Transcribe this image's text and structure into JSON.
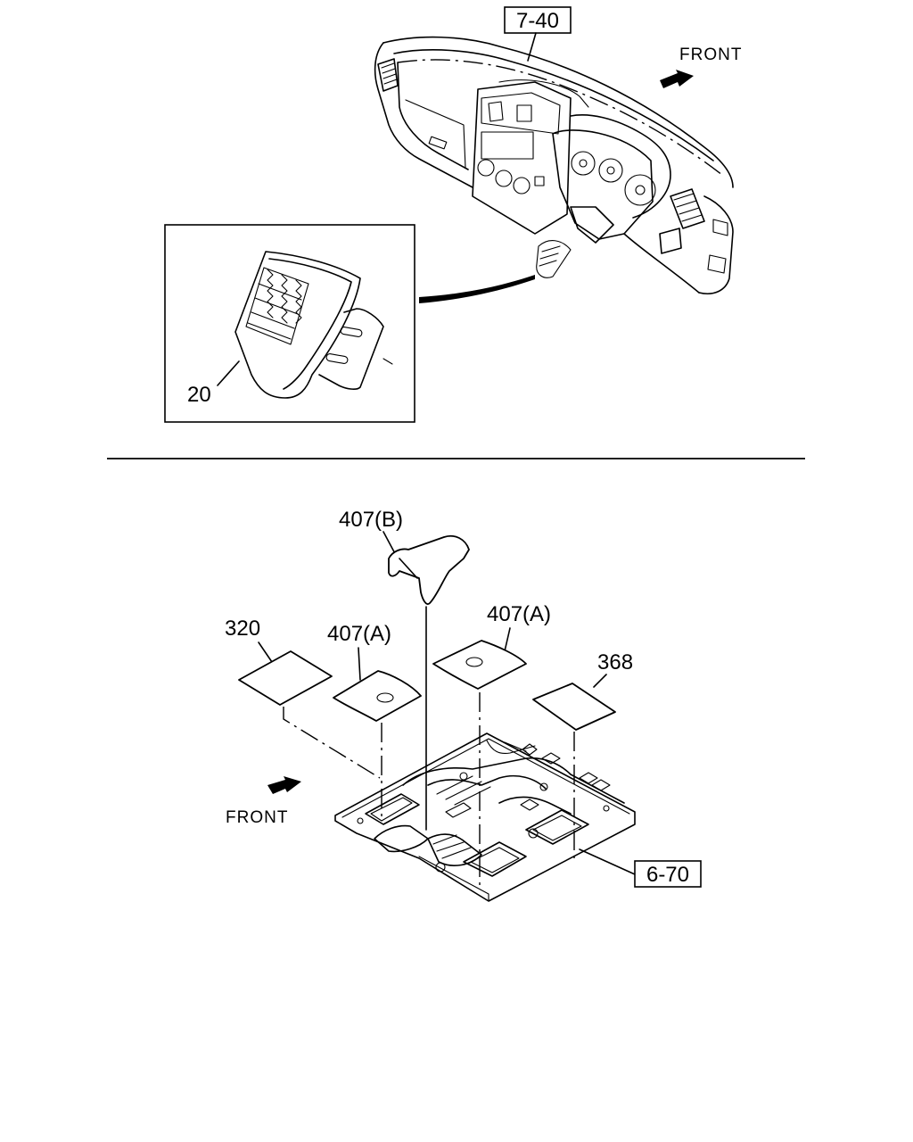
{
  "upper_view": {
    "ref_box": "7-40",
    "front_label": "FRONT",
    "callouts": [
      {
        "id": "part-20",
        "text": "20"
      }
    ]
  },
  "lower_view": {
    "ref_box": "6-70",
    "front_label": "FRONT",
    "callouts": [
      {
        "id": "part-407b",
        "text": "407(B)"
      },
      {
        "id": "part-320",
        "text": "320"
      },
      {
        "id": "part-407a-left",
        "text": "407(A)"
      },
      {
        "id": "part-407a-right",
        "text": "407(A)"
      },
      {
        "id": "part-368",
        "text": "368"
      }
    ]
  },
  "icons": {
    "front_arrow_upper": "arrow-right-icon",
    "front_arrow_lower": "arrow-left-icon"
  }
}
